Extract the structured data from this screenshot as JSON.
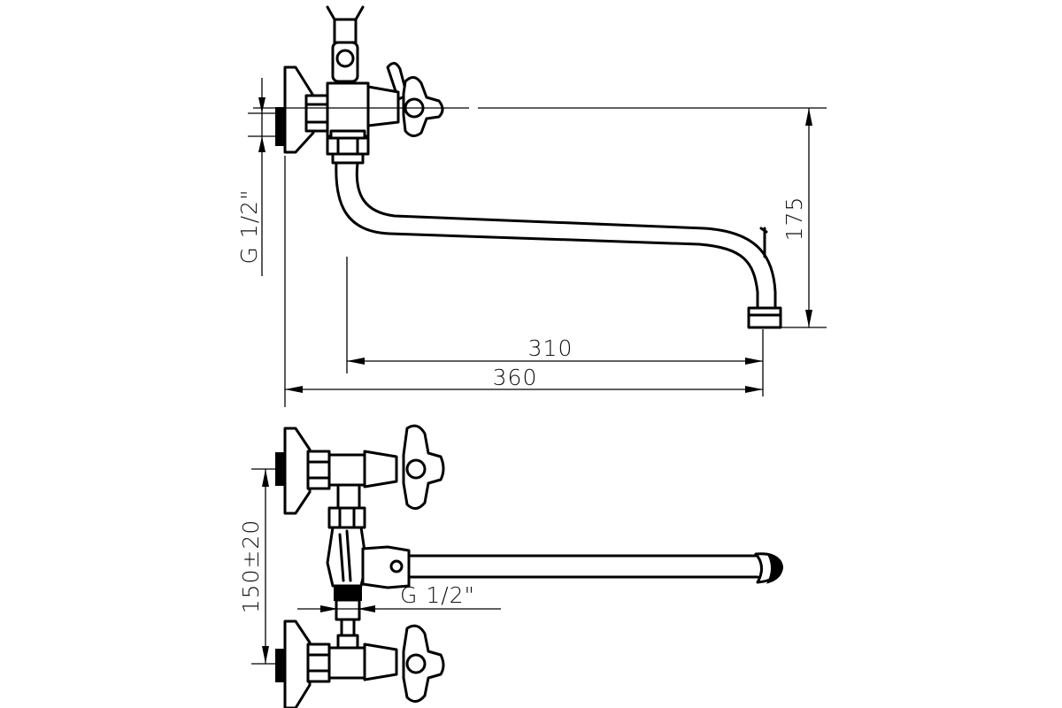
{
  "dimensions": {
    "outlet_height": "175",
    "spout_reach": "310",
    "overall_length": "360",
    "inlet_thread_side": "G 1/2\"",
    "inlet_spacing": "150±20",
    "outlet_thread": "G 1/2\""
  }
}
